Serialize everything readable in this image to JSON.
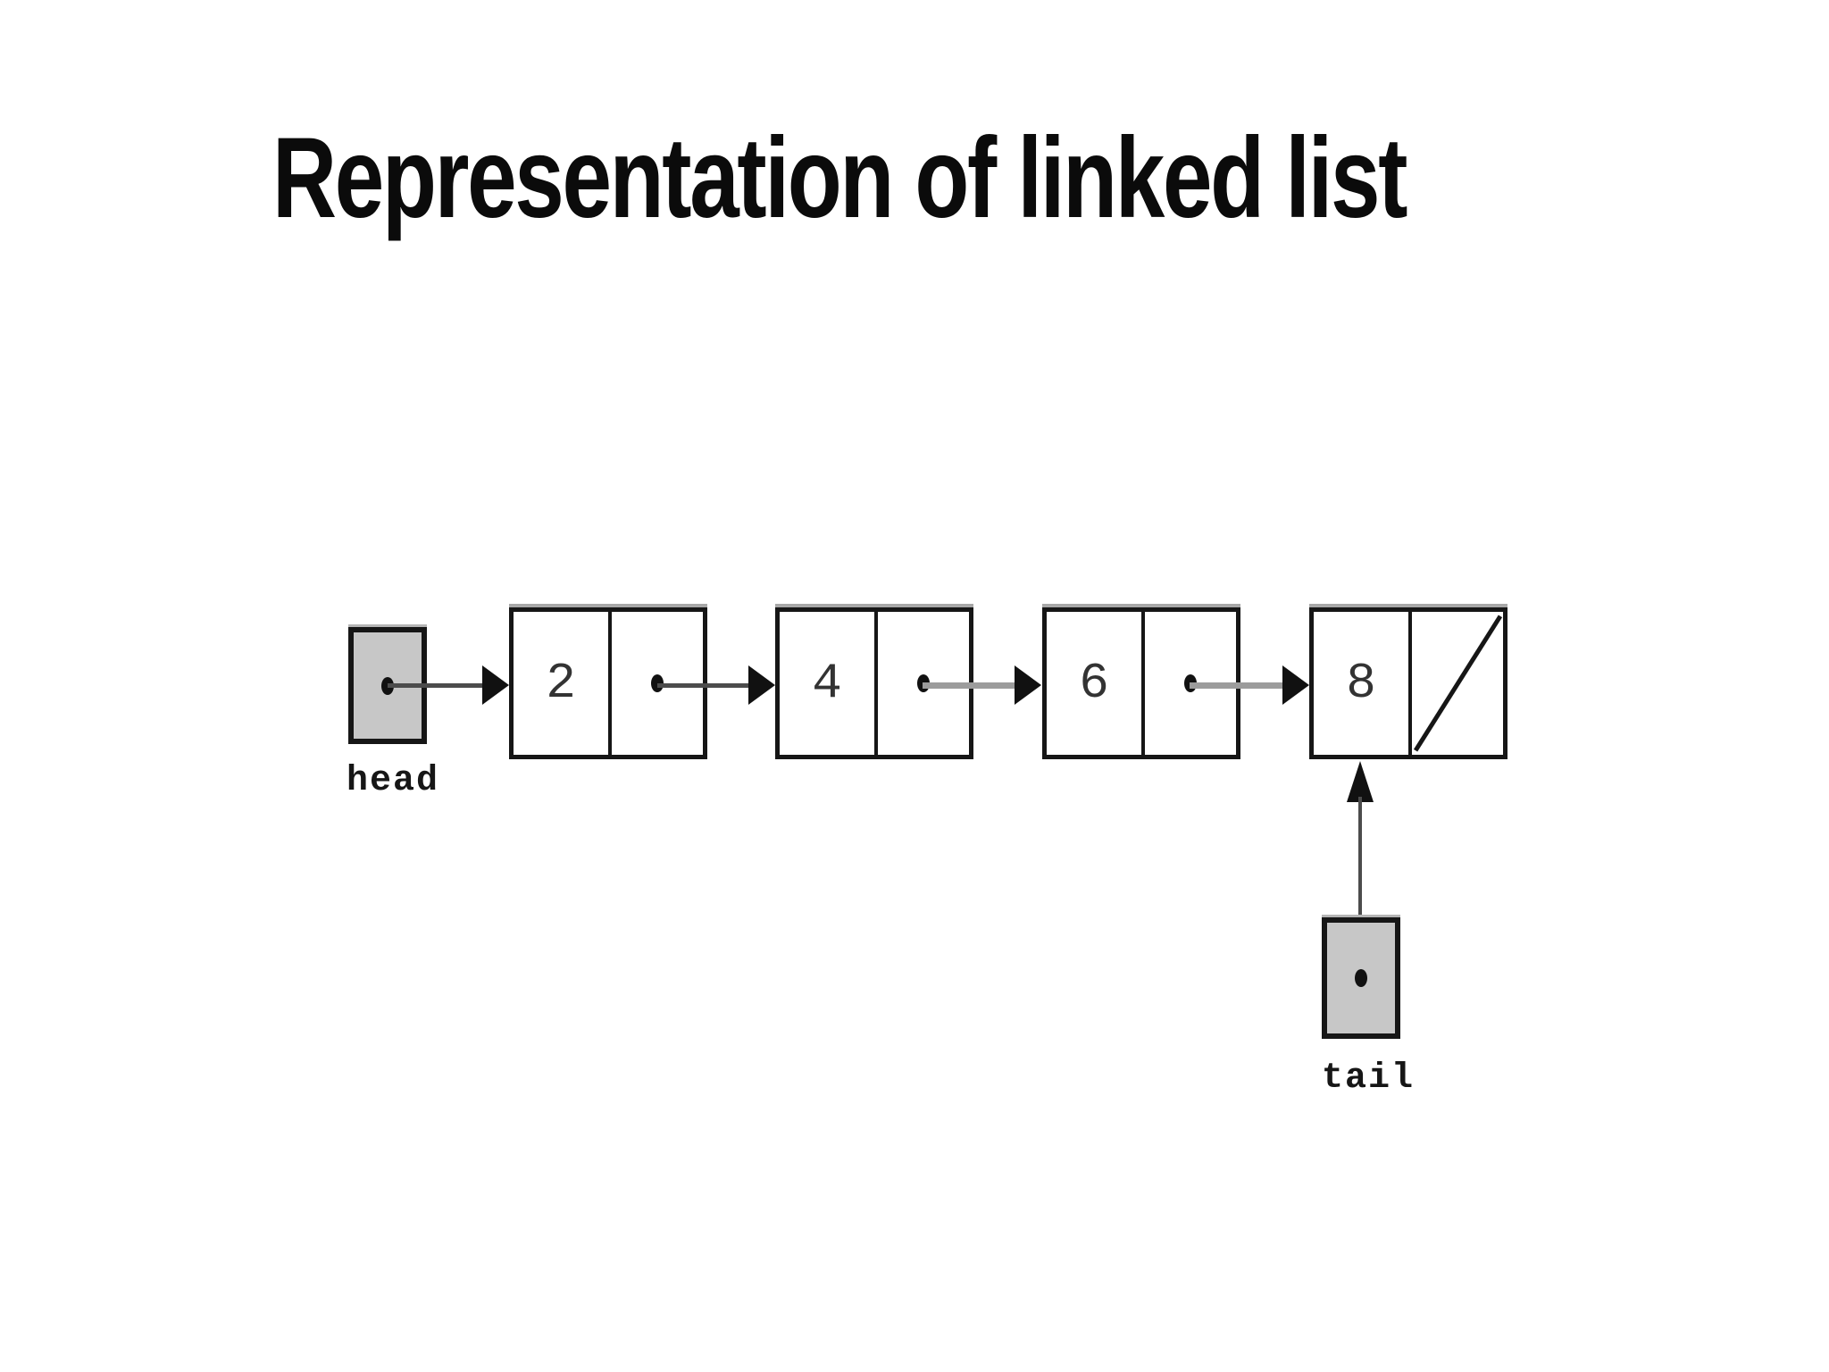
{
  "title": "Representation of linked list",
  "diagram": {
    "head_label": "head",
    "tail_label": "tail",
    "nodes": [
      {
        "value": "2",
        "pointer": "next"
      },
      {
        "value": "4",
        "pointer": "next"
      },
      {
        "value": "6",
        "pointer": "next"
      },
      {
        "value": "8",
        "pointer": "null"
      }
    ],
    "null_marker": "diagonal-slash"
  },
  "colors": {
    "background": "#ffffff",
    "title_text": "#0b0b0b",
    "box_border": "#161616",
    "pointer_box_fill": "#c7c7c7",
    "arrow_dark": "#4c4c4c",
    "arrow_light": "#9c9c9c",
    "label_text": "#161616",
    "value_text": "#333333"
  }
}
